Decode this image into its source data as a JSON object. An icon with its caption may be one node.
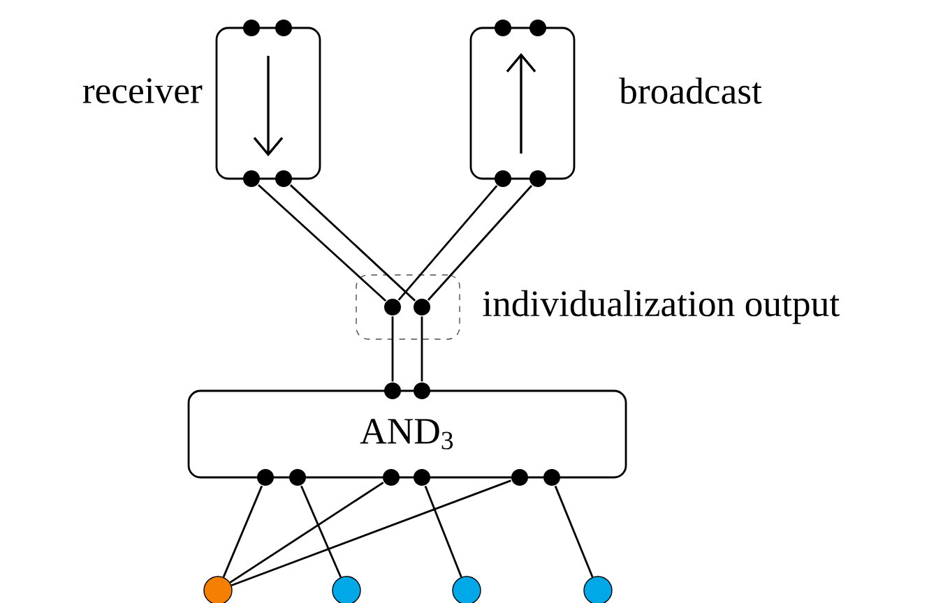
{
  "diagram": {
    "nodes": [
      {
        "text": [],
        "shape": "box",
        "beside": [
          "receiver"
        ]
      },
      {
        "text": [],
        "shape": "box",
        "beside": [
          "broadcast"
        ]
      },
      {
        "text": [],
        "shape": "box",
        "beside": [
          "individualization output"
        ]
      },
      {
        "text": [
          "AND$_{3}$"
        ]
      },
      {
        "text": [],
        "shape": "circle"
      },
      {
        "text": [],
        "shape": "circle"
      },
      {
        "text": [],
        "shape": "circle"
      },
      {
        "text": [],
        "shape": "circle"
      },
      {
        "text": [],
        "shape": "circle"
      },
      {
        "text": [],
        "shape": "circle"
      },
      {
        "text": [],
        "shape": "circle"
      },
      {
        "text": [],
        "shape": "circle"
      },
      {
        "text": [],
        "shape": "circle",
        "in": 2
      },
      {
        "text": [],
        "shape": "circle",
        "in": 2
      },
      {
        "text": [],
        "shape": "circle"
      },
      {
        "text": [],
        "shape": "circle"
      },
      {
        "text": [],
        "shape": "circle"
      },
      {
        "text": [],
        "shape": "circle"
      },
      {
        "text": [],
        "shape": "circle"
      },
      {
        "text": [],
        "shape": "circle"
      },
      {
        "text": [],
        "shape": "circle"
      },
      {
        "text": [],
        "shape": "circle"
      },
      {
        "text": [],
        "shape": "circle"
      },
      {
        "text": [],
        "shape": "circle"
      },
      {
        "text": [],
        "shape": "circle"
      },
      {
        "text": [],
        "shape": "circle"
      }
    ],
    "edges": [
      {
        "from": 6,
        "to": 12,
        "arrow": "none"
      },
      {
        "from": 7,
        "to": 13,
        "arrow": "none"
      },
      {
        "from": 10,
        "to": 12,
        "arrow": "none"
      },
      {
        "from": 11,
        "to": 13,
        "arrow": "none"
      },
      {
        "from": 12,
        "to": 14,
        "arrow": "none"
      },
      {
        "from": 13,
        "to": 15,
        "arrow": "none"
      },
      {
        "from": 16,
        "to": 22,
        "arrow": "none"
      },
      {
        "from": 17,
        "to": 23,
        "arrow": "none"
      },
      {
        "from": 18,
        "to": 22,
        "arrow": "none"
      },
      {
        "from": 19,
        "to": 24,
        "arrow": "none"
      },
      {
        "from": 20,
        "to": 22,
        "arrow": "none"
      },
      {
        "from": 21,
        "to": 25,
        "arrow": "none"
      }
    ]
  }
}
